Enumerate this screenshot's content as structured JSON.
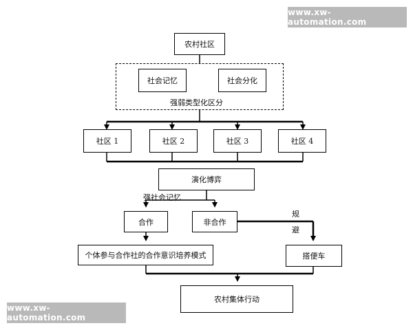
{
  "watermark": {
    "top": "www.xw-automation.com",
    "bottom": "www.xw-automation.com"
  },
  "diagram": {
    "root": "农村社区",
    "group_items": [
      "社会记忆",
      "社会分化"
    ],
    "group_caption": "强弱类型化区分",
    "communities": [
      "社区 1",
      "社区 2",
      "社区 3",
      "社区 4"
    ],
    "evolution": "演化博弈",
    "strong_memory_label": "强社会记忆",
    "cooperate": "合作",
    "non_cooperate": "非合作",
    "evade_label": [
      "规",
      "避"
    ],
    "individual_model": "个体参与合作社的合作意识培养模式",
    "free_rider": "搭便车",
    "collective_action": "农村集体行动"
  }
}
